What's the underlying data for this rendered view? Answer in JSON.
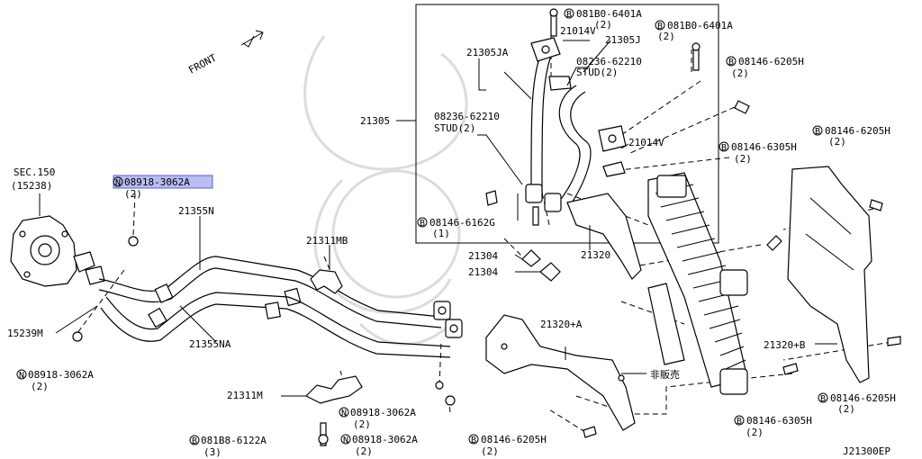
{
  "labels": {
    "front": "FRONT",
    "sec150": "SEC.150",
    "sec150_ref": "(15238)",
    "n08918_top": "08918-3062A",
    "n08918_top_qty": "(2)",
    "p21355N": "21355N",
    "p21355NA": "21355NA",
    "p15239M": "15239M",
    "n08918_left": "08918-3062A",
    "n08918_left_qty": "(2)",
    "p21311MB": "21311MB",
    "p21311M": "21311M",
    "b081B8": "081B8-6122A",
    "b081B8_qty": "(3)",
    "n08918_mid": "08918-3062A",
    "n08918_mid_qty": "(2)",
    "n08918_bot": "08918-3062A",
    "n08918_bot_qty": "(2)",
    "p21305": "21305",
    "p21305JA": "21305JA",
    "p21305J": "21305J",
    "b081B0_a": "081B0-6401A",
    "b081B0_a_qty": "(2)",
    "b081B0_b": "081B0-6401A",
    "b081B0_b_qty": "(2)",
    "p21014V_a": "21014V",
    "p21014V_b": "21014V",
    "stud_a": "08236-62210",
    "stud_a_txt": "STUD(2)",
    "stud_b": "08236-62210",
    "stud_b_txt": "STUD(2)",
    "b08146_6162G": "08146-6162G",
    "b08146_6162G_qty": "(1)",
    "p21304_a": "21304",
    "p21304_b": "21304",
    "p21320": "21320",
    "p21320A": "21320+A",
    "p21320B": "21320+B",
    "b6205H_a": "08146-6205H",
    "b6205H_a_qty": "(2)",
    "b6205H_b": "08146-6205H",
    "b6205H_b_qty": "(2)",
    "b6205H_c": "08146-6205H",
    "b6205H_c_qty": "(2)",
    "b6205H_d": "08146-6205H",
    "b6205H_d_qty": "(2)",
    "b6305H_a": "08146-6305H",
    "b6305H_a_qty": "(2)",
    "b6305H_b": "08146-6305H",
    "b6305H_b_qty": "(2)",
    "not_for_sale": "非販売",
    "diagram_id": "J21300EP",
    "B": "B",
    "N": "N"
  },
  "colors": {
    "highlight_fill": "#b9bdf2",
    "highlight_stroke": "#5a5fd0",
    "line": "#000000"
  }
}
